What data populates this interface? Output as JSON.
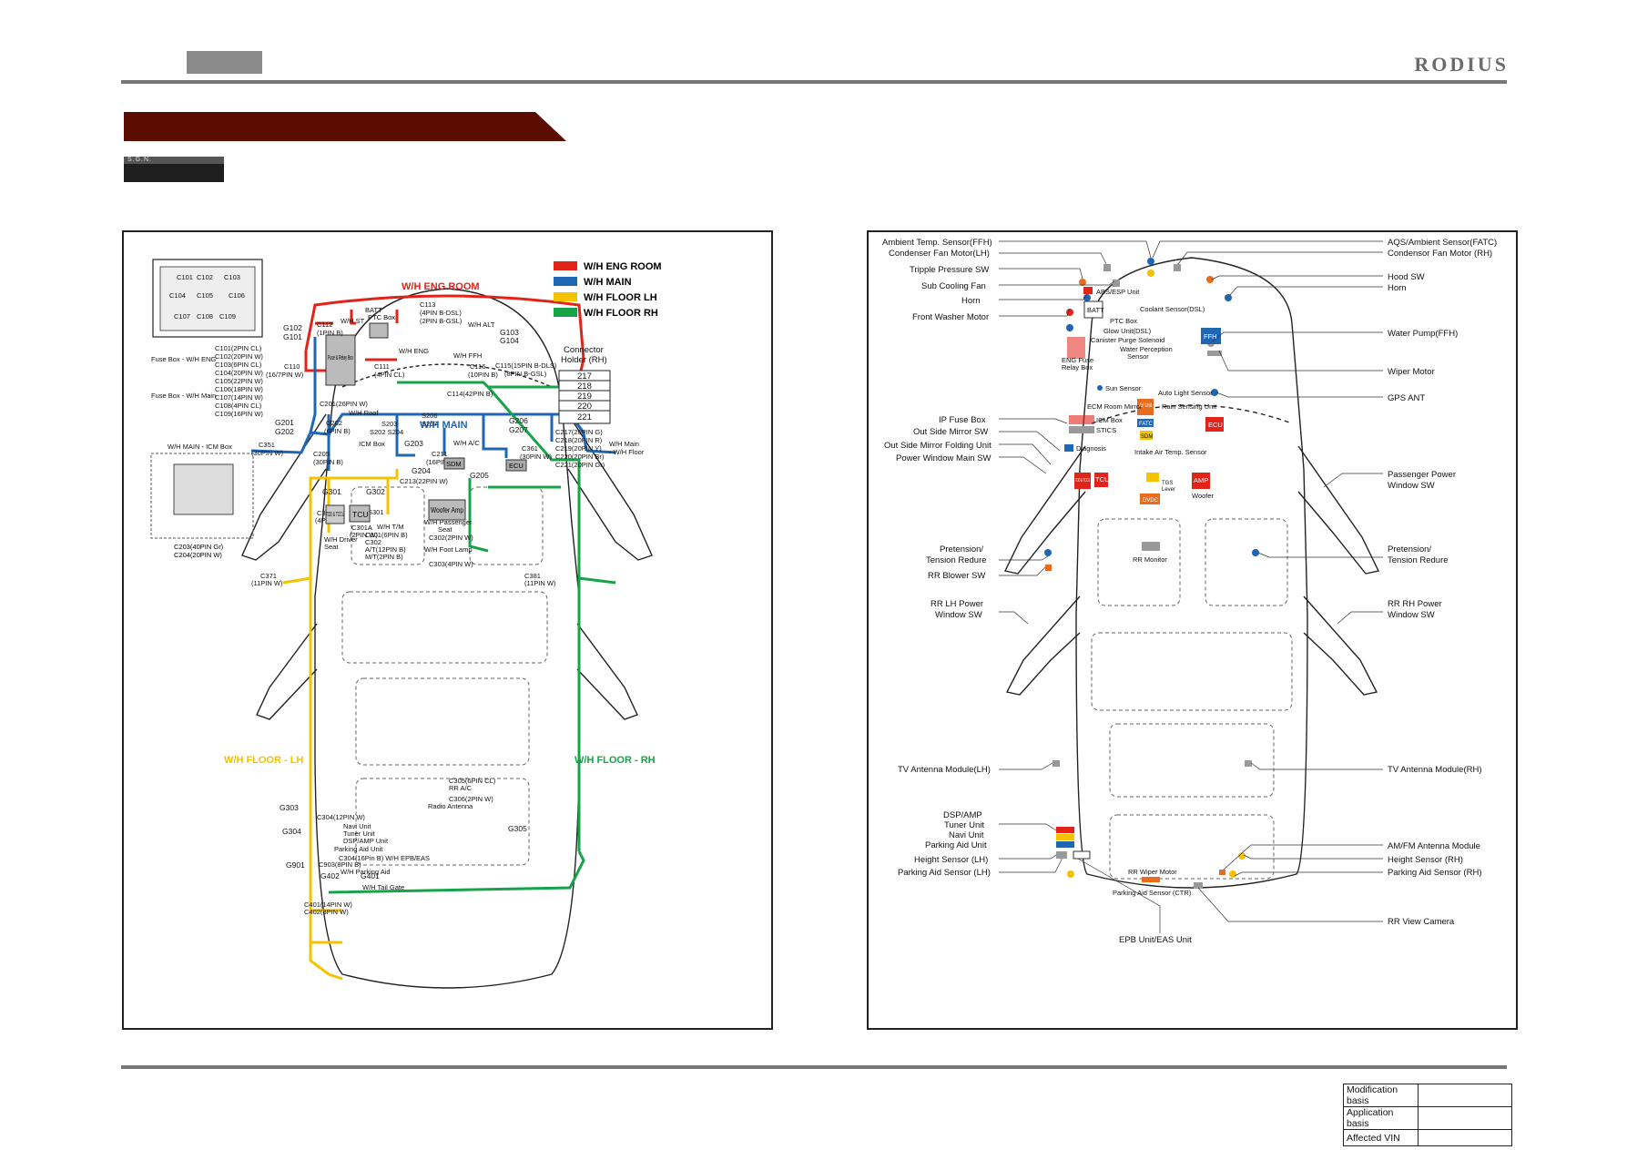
{
  "header": {
    "brand": "RODIUS",
    "sgn_label": "S.G.N."
  },
  "left_diagram": {
    "legend": [
      {
        "label": "W/H ENG ROOM",
        "color": "#e2231a"
      },
      {
        "label": "W/H MAIN",
        "color": "#1f66b3"
      },
      {
        "label": "W/H FLOOR LH",
        "color": "#f5c200"
      },
      {
        "label": "W/H FLOOR RH",
        "color": "#17a34a"
      }
    ],
    "fuse_box_connectors": [
      "C101",
      "C102",
      "C103",
      "C104",
      "C105",
      "C106",
      "C107",
      "C108",
      "C109"
    ],
    "fuse_box_eng_label": "Fuse Box - W/H ENG",
    "fuse_box_eng_list": [
      "C101(2PIN CL)",
      "C102(20PIN W)",
      "C103(6PIN CL)",
      "C104(20PIN W)",
      "C105(22PIN W)"
    ],
    "fuse_box_main_label": "Fuse Box - W/H Main",
    "fuse_box_main_list": [
      "C106(18PIN W)",
      "C107(14PIN W)",
      "C108(4PIN CL)",
      "C109(16PIN W)"
    ],
    "icm_box_label": "W/H MAIN - ICM Box",
    "icm_box_conns": [
      "C203(40PIN Gr)",
      "C204(20PIN W)"
    ],
    "section_labels": {
      "eng_room": "W/H ENG ROOM",
      "main": "W/H MAIN",
      "floor_lh": "W/H FLOOR - LH",
      "floor_rh": "W/H FLOOR - RH"
    },
    "connector_holder": {
      "title_line1": "Connector",
      "title_line2": "Holder (RH)",
      "slots": [
        "217",
        "218",
        "219",
        "220",
        "221"
      ]
    },
    "connector_holder_conns": [
      "C217(20PIN G)",
      "C218(20PIN R)",
      "C219(20PIN Y)",
      "C220(20PIN Br)",
      "C221(20PIN Gr)"
    ],
    "connector_holder_note": [
      "W/H Main",
      "- W/H Floor"
    ],
    "grounds": [
      "G101",
      "G102",
      "G103",
      "G104",
      "G201",
      "G202",
      "G203",
      "G204",
      "G205",
      "G206",
      "G207",
      "G301",
      "G302",
      "G303",
      "G304",
      "G305",
      "G401",
      "G402",
      "G901"
    ],
    "labels": {
      "batt": "BATT",
      "wh_st": "W/H ST",
      "ptc_box": "PTC Box",
      "c113": "C113",
      "c113_a": "(4PIN B-DSL)",
      "c113_b": "(2PIN B-GSL)",
      "wh_alt": "W/H ALT",
      "c112": "C112",
      "c112_b": "(1PIN B)",
      "fuse_relay": "Fuse & Relay Box",
      "c110": "C110",
      "c110_b": "(16/7PIN W)",
      "c111": "C111",
      "c111_b": "(4PIN CL)",
      "wh_eng": "W/H ENG",
      "wh_ffh": "W/H FFH",
      "c116": "C116",
      "c116_b": "(10PIN B)",
      "c115": "C115(15PIN B-DLS)",
      "c115_b": "(8PIN B-GSL)",
      "c114": "C114(42PIN B)",
      "c201": "C201(26PIN W)",
      "wh_roof": "W/H Roof",
      "c202": "C202",
      "c202_b": "(6PIN B)",
      "s203": "S203",
      "s202_204": "S202 S204",
      "s206": "S206",
      "s207": "S207",
      "icm_box": "ICM Box",
      "c351": "C351",
      "c351_b": "(30PIN W)",
      "c205": "C205",
      "c205_b": "(30PIN B)",
      "sdm": "SDM",
      "ecu": "ECU",
      "wh_ac": "W/H A/C",
      "c211": "C211",
      "c211_b": "(16PIN W)",
      "c213": "C213(22PIN W)",
      "c361": "C361",
      "c361_b": "(30PIN W)",
      "tod_tccu": "TOD & TCCU",
      "tcu": "TCU",
      "c301": "C301",
      "c301_b": "(4PIN W)",
      "c301a": "C301A",
      "c301a_b": "(2PIN W)",
      "s301": "S301",
      "wh_tm": "W/H T/M",
      "c301_6": "C301(6PIN B)",
      "c302": "C302",
      "c302_at": "A/T(12PIN B)",
      "c302_mt": "M/T(2PIN B)",
      "wh_driver": "W/H Driver",
      "seat": "Seat",
      "woofer_amp": "Woofer Amp",
      "wh_pass": "W/H Passenger",
      "pass_seat": "Seat",
      "c302_2": "C302(2PIN W)",
      "wh_foot": "W/H Foot Lamp",
      "c303": "C303(4PIN W)",
      "c371": "C371",
      "c371_b": "(11PIN W)",
      "c381": "C381",
      "c381_b": "(11PIN W)",
      "c305": "C305(6PIN CL)",
      "rr_ac": "RR A/C",
      "c306": "C306(2PIN W)",
      "radio_ant": "Radio Antenna",
      "c304": "C304(12PIN W)",
      "navi": "Navi Unit",
      "tuner": "Tuner Unit",
      "dsp": "DSP/AMP Unit",
      "parking_unit": "Parking Aid Unit",
      "c304_16": "C304(16Pin B) W/H EPB/EAS",
      "c903": "C903(8PIN B)",
      "wh_parking": "W/H Parking Aid",
      "wh_tail": "W/H Tail Gate",
      "c401": "C401(14PIN W)",
      "c402": "C402(8PIN W)"
    }
  },
  "right_diagram": {
    "left_callouts": [
      "Ambient Temp. Sensor(FFH)",
      "Condenser Fan Motor(LH)",
      "Tripple Pressure SW",
      "Sub Cooling Fan",
      "Horn",
      "Front Washer Motor",
      "IP Fuse Box",
      "Out Side Mirror SW",
      "Out Side Mirror Folding Unit",
      "Power Window Main SW",
      "Pretension/",
      "Tension Redure",
      "RR Blower SW",
      "RR LH Power",
      "Window SW",
      "TV Antenna Module(LH)",
      "DSP/AMP",
      "Tuner Unit",
      "Navi Unit",
      "Parking Aid Unit",
      "Height Sensor (LH)",
      "Parking Aid Sensor (LH)"
    ],
    "right_callouts": [
      "AQS/Ambient Sensor(FATC)",
      "Condensor Fan Motor (RH)",
      "Hood SW",
      "Horn",
      "Water Pump(FFH)",
      "Wiper Motor",
      "GPS ANT",
      "Passenger Power",
      "Window SW",
      "Pretension/",
      "Tension Redure",
      "RR RH Power",
      "Window SW",
      "TV Antenna Module(RH)",
      "AM/FM Antenna Module",
      "Height Sensor (RH)",
      "Parking Aid Sensor (RH)",
      "RR View Camera"
    ],
    "inner_labels": {
      "abs": "ABS/ESP Unit",
      "batt": "BATT",
      "coolant": "Coolant Sensor(DSL)",
      "ptc": "PTC Box",
      "glow": "Glow Unit(DSL)",
      "canister": "Canister Purge Solenoid",
      "water": "Water Perception",
      "sensor": "Sensor",
      "eng_fuse": "ENG Fuse",
      "relay": "Relay Box",
      "ffh": "FFH",
      "sun": "Sun Sensor",
      "auto_light": "Auto Light Sensor",
      "ecm": "ECM Room Mirror",
      "rain": "Rain Sensing Unit",
      "icm": "ICM Box",
      "stics": "STICS",
      "av": "AV Unit",
      "fatc": "FATC",
      "sdm": "SDM",
      "ecu": "ECU",
      "diag": "Diagnosis",
      "intake": "Intake Air Temp. Sensor",
      "tod": "TOD & TCCU",
      "tcu": "TCU",
      "tgs": "TGS",
      "lever": "Lever",
      "dvdc": "DVDC",
      "amp": "AMP",
      "woofer": "Woofer",
      "rr_monitor": "RR Monitor",
      "rr_wiper": "RR Wiper Motor",
      "park_ctr": "Parking Aid Sensor (CTR)",
      "epb": "EPB Unit/EAS Unit"
    }
  },
  "footer": {
    "rows": [
      {
        "label": "Modification basis",
        "value": ""
      },
      {
        "label": "Application basis",
        "value": ""
      },
      {
        "label": "Affected VIN",
        "value": ""
      }
    ]
  }
}
